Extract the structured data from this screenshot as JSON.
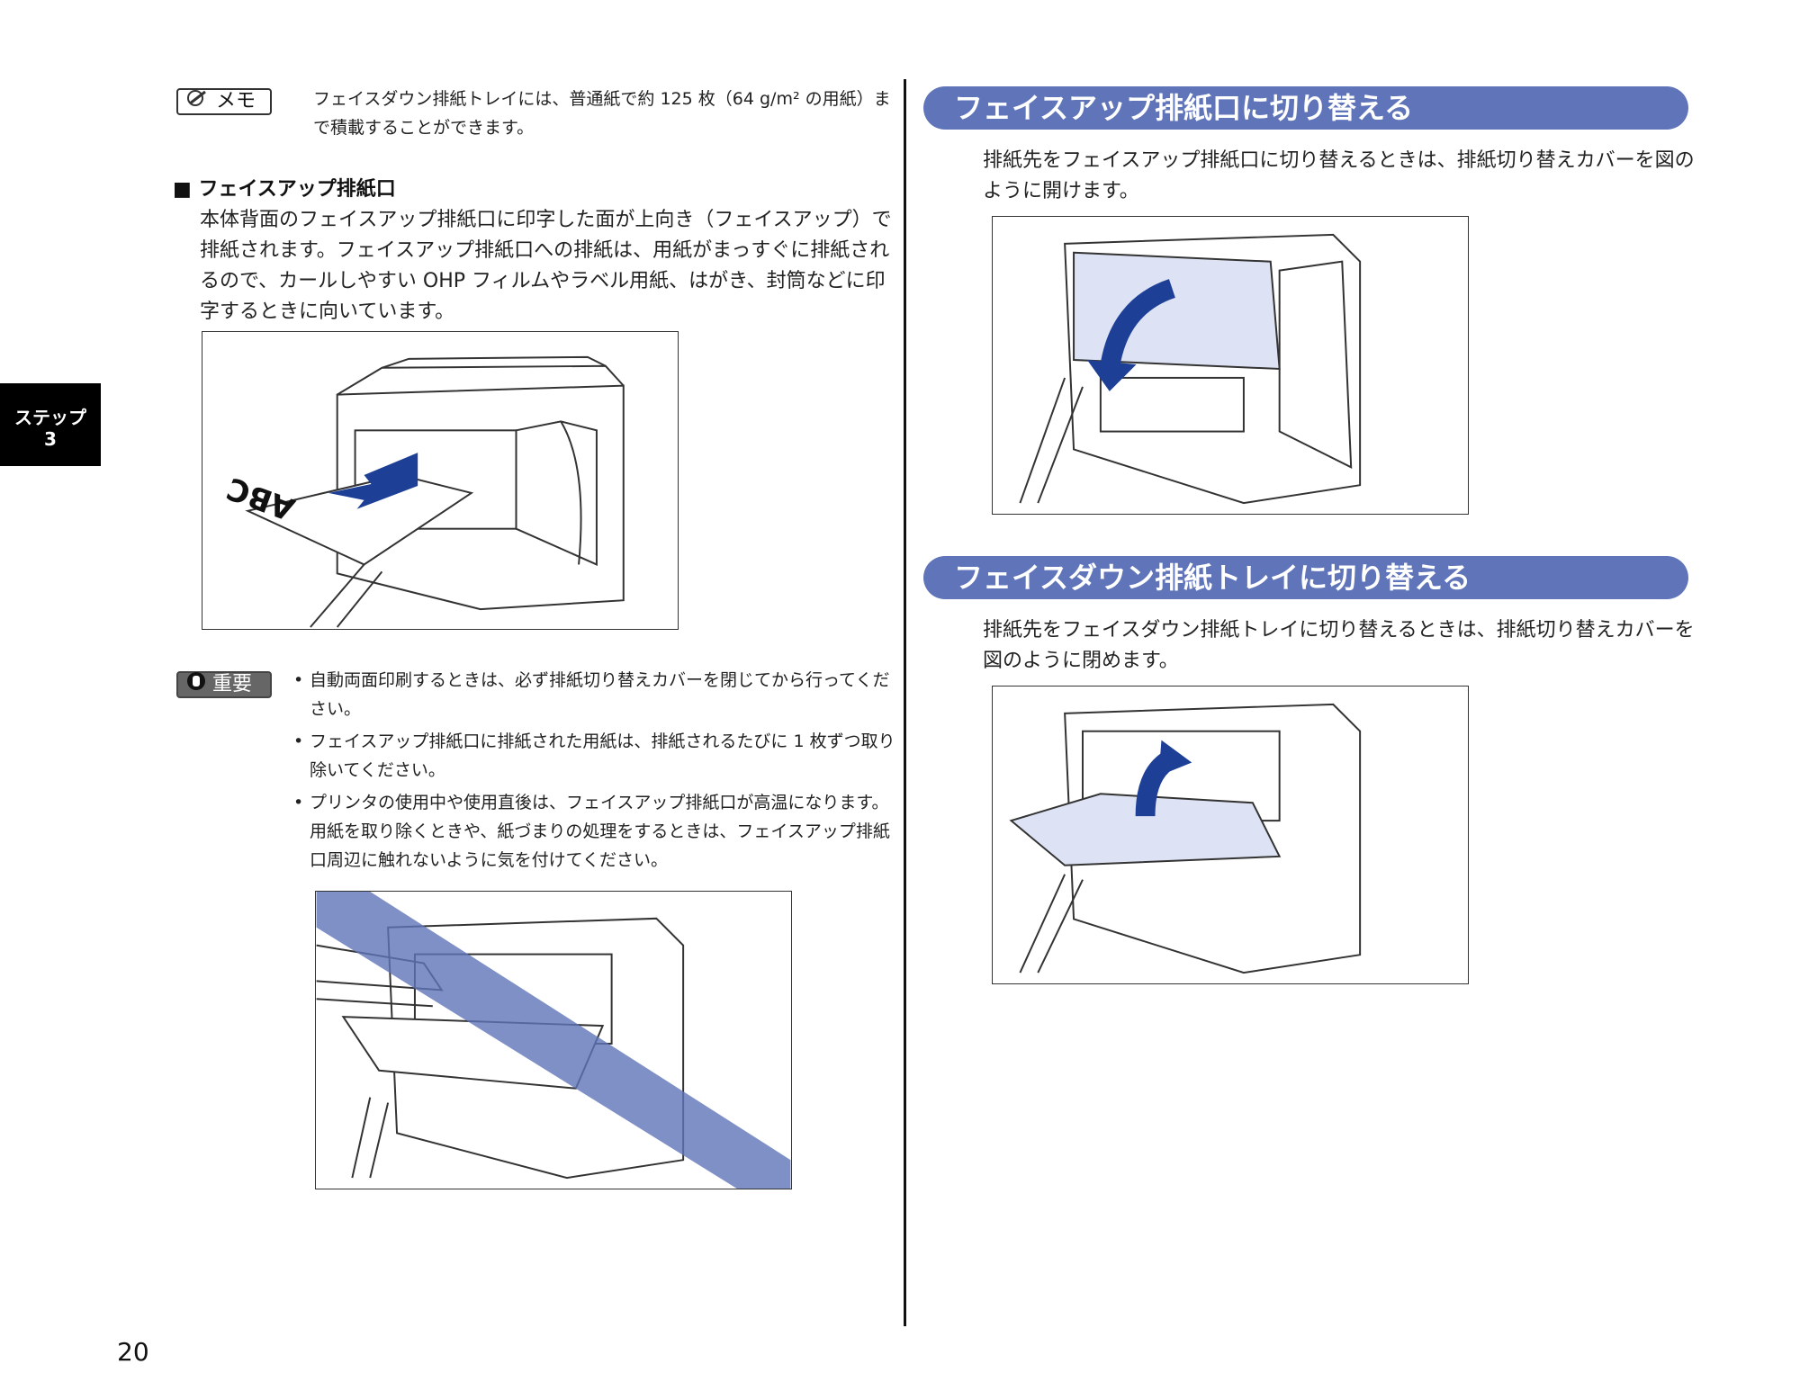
{
  "side_tab": {
    "line1": "ステップ",
    "line2": "3"
  },
  "page_number": "20",
  "memo": {
    "badge_label": "メモ",
    "text": "フェイスダウン排紙トレイには、普通紙で約 125 枚（64 g/m² の用紙）まで積載することができます。"
  },
  "faceup_section": {
    "heading": "■ フェイスアップ排紙口",
    "body": "本体背面のフェイスアップ排紙口に印字した面が上向き（フェイスアップ）で排紙されます。フェイスアップ排紙口への排紙は、用紙がまっすぐに排紙されるので、カールしやすい OHP フィルムやラベル用紙、はがき、封筒などに印字するときに向いています。",
    "paper_label": "ABC"
  },
  "important": {
    "badge_label": "重要",
    "items": [
      "自動両面印刷するときは、必ず排紙切り替えカバーを閉じてから行ってください。",
      "フェイスアップ排紙口に排紙された用紙は、排紙されるたびに 1 枚ずつ取り除いてください。",
      "プリンタの使用中や使用直後は、フェイスアップ排紙口が高温になります。用紙を取り除くときや、紙づまりの処理をするときは、フェイスアップ排紙口周辺に触れないように気を付けてください。"
    ]
  },
  "section_faceup": {
    "title": "フェイスアップ排紙口に切り替える",
    "body": "排紙先をフェイスアップ排紙口に切り替えるときは、排紙切り替えカバーを図のように開けます。"
  },
  "section_facedown": {
    "title": "フェイスダウン排紙トレイに切り替える",
    "body": "排紙先をフェイスダウン排紙トレイに切り替えるときは、排紙切り替えカバーを図のように閉めます。"
  },
  "colors": {
    "accent": "#5f74b9",
    "arrow": "#1d3f96"
  }
}
